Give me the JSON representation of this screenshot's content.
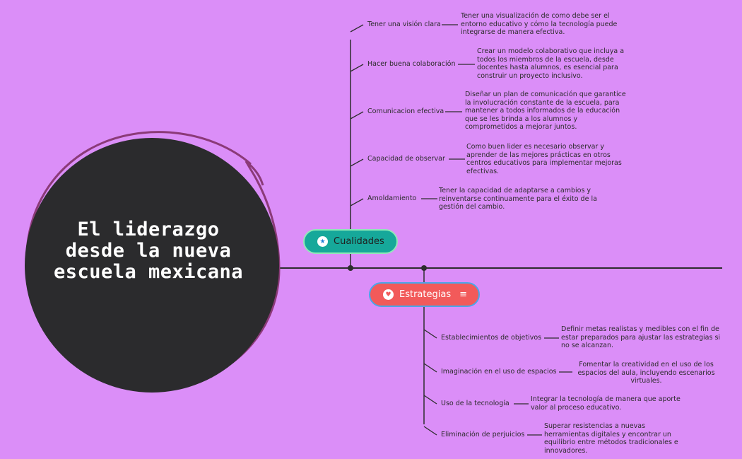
{
  "central": {
    "title": "El liderazgo desde la nueva escuela mexicana"
  },
  "branches": [
    {
      "label": "Cualidades",
      "icon": "star-icon",
      "color": "#16a89a",
      "items": [
        {
          "label": "Tener una visión clara",
          "description": "Tener una visualización de como debe ser el entorno educativo y cómo la tecnología puede integrarse de manera efectiva."
        },
        {
          "label": "Hacer buena colaboración",
          "description": "Crear un modelo colaborativo que incluya a todos los miembros de la  escuela, desde docentes hasta alumnos, es esencial para construir un proyecto inclusivo."
        },
        {
          "label": "Comunicacion efectiva",
          "description": "Diseñar un plan de comunicación que garantice la involucración constante de la escuela, para mantener a todos informados de la educación que se les brinda a los alumnos y comprometidos a mejorar juntos."
        },
        {
          "label": "Capacidad de observar",
          "description": "Como buen lider es necesario observar y aprender de las mejores prácticas en otros centros educativos para implementar mejoras efectivas."
        },
        {
          "label": "Amoldamiento",
          "description": "Tener la capacidad de adaptarse a cambios y reinventarse continuamente para el éxito de la gestión del cambio."
        }
      ]
    },
    {
      "label": "Estrategias",
      "icon": "heart-icon",
      "color": "#f25a5a",
      "items": [
        {
          "label": "Establecimientos de objetivos",
          "description": "Definir metas realistas y medibles con el fin de estar preparados para ajustar las estrategias si no se alcanzan."
        },
        {
          "label": "Imaginación en el uso de espacios",
          "description": "Fomentar la creatividad en el uso de los espacios del aula, incluyendo escenarios virtuales."
        },
        {
          "label": "Uso de la tecnología",
          "description": "Integrar la tecnología de manera que aporte valor al proceso educativo."
        },
        {
          "label": "Eliminación de perjuicios",
          "description": "Superar resistencias a nuevas herramientas digitales y encontrar un equilibrio entre métodos tradicionales e innovadores."
        }
      ]
    }
  ]
}
